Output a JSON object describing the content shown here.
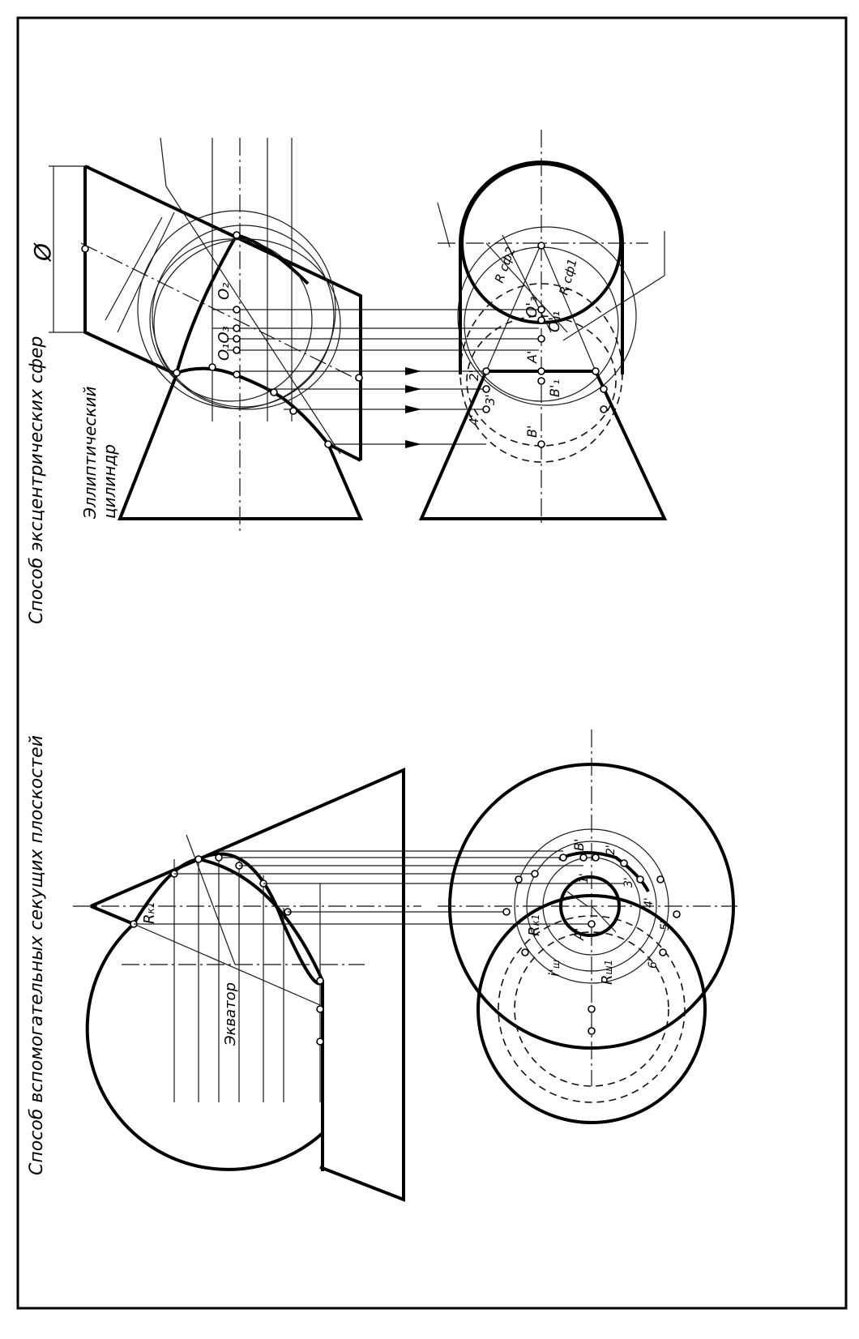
{
  "panel_left": {
    "title": "Способ вспомогательных секущих плоскостей",
    "equator_label": "Экватор",
    "labels": {
      "rk1_top": "R",
      "rk1_top_sub": "к1",
      "rk1_bottom": "R",
      "rk1_bottom_sub": "к1",
      "rw1": "R",
      "rw1_sub": "ш1",
      "iw": "i'",
      "iw_sub": "ш",
      "a_prime": "A'",
      "b_prime": "B'",
      "n1": "1'",
      "n2": "2'",
      "n3": "3'",
      "n4": "4'",
      "n5": "5'",
      "n6": "6'"
    }
  },
  "panel_right": {
    "title": "Способ эксцентрических сфер",
    "subtitle_line1": "Эллиптический",
    "subtitle_line2": "цилиндр",
    "diameter_symbol": "Ø",
    "labels": {
      "o1o3": "O₁O₃",
      "o2": "O₂",
      "o1_prime": "O'₁",
      "o3_prime": "O'₃",
      "a_prime": "A'",
      "b_prime": "B'",
      "b1_prime": "B'₁",
      "r_sph2": "R сф2",
      "r_sph1": "R сф1",
      "n2": "2'",
      "n3": "3'",
      "n4": "4'"
    }
  }
}
